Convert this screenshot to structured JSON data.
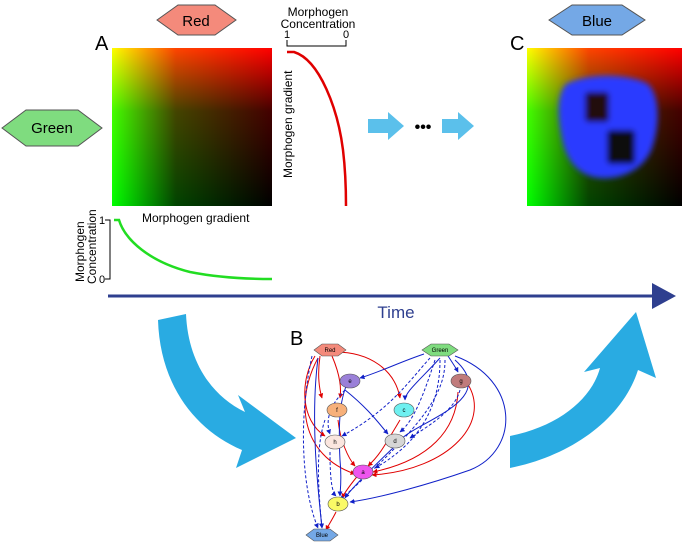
{
  "panels": {
    "a": "A",
    "b": "B",
    "c": "C"
  },
  "inputs": {
    "red": "Red",
    "green": "Green",
    "blue": "Blue"
  },
  "axes": {
    "top_title_line1": "Morphogen",
    "top_title_line2": "Concentration",
    "top_tick_left": "1",
    "top_tick_right": "0",
    "top_side_label": "Morphogen gradient",
    "left_title_line1": "Morphogen",
    "left_title_line2": "Concentration",
    "left_tick_top": "1",
    "left_tick_bottom": "0",
    "left_side_label": "Morphogen gradient"
  },
  "ellipsis": "•••",
  "time_label": "Time",
  "network": {
    "nodes": {
      "red": "Red",
      "green": "Green",
      "blue": "Blue",
      "e": "e",
      "g": "g",
      "f": "f",
      "c": "c",
      "h": "h",
      "d": "d",
      "a": "a",
      "b": "b"
    }
  },
  "colors": {
    "red_node": "#f48a7b",
    "green_node": "#7fdc7f",
    "blue_node": "#74a8e6",
    "time_arrow": "#2e3f8f",
    "flow_arrow": "#29abe2",
    "red_curve": "#e00000",
    "green_curve": "#22dd22"
  }
}
